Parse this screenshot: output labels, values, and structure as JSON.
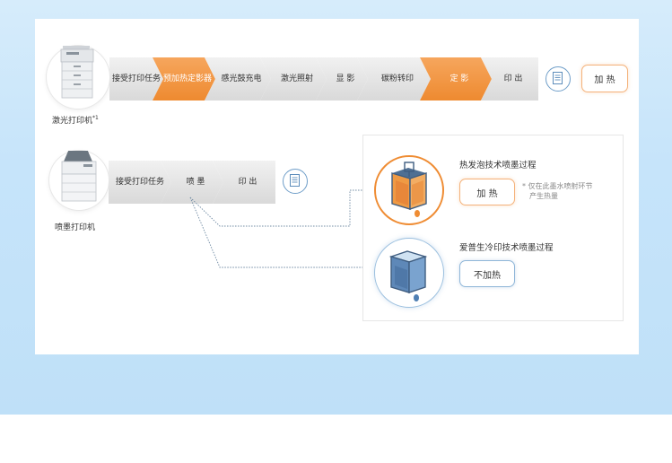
{
  "laser": {
    "label": "激光打印机",
    "label_mark": "*1",
    "steps": [
      {
        "lines": [
          "接受",
          "打印任务"
        ],
        "highlight": false
      },
      {
        "lines": [
          "预加热",
          "定影器"
        ],
        "highlight": true
      },
      {
        "lines": [
          "感光鼓",
          "充电"
        ],
        "highlight": false
      },
      {
        "lines": [
          "激光照射"
        ],
        "highlight": false
      },
      {
        "lines": [
          "显 影"
        ],
        "highlight": false
      },
      {
        "lines": [
          "碳粉转印"
        ],
        "highlight": false
      },
      {
        "lines": [
          "定 影"
        ],
        "highlight": true
      },
      {
        "lines": [
          "印 出"
        ],
        "highlight": false
      }
    ],
    "result_label": "加 热"
  },
  "inkjet": {
    "label": "喷墨打印机",
    "steps": [
      {
        "lines": [
          "接受",
          "打印任务"
        ],
        "highlight": false
      },
      {
        "lines": [
          "喷 墨"
        ],
        "highlight": false
      },
      {
        "lines": [
          "印 出"
        ],
        "highlight": false
      }
    ]
  },
  "thermal": {
    "title": "热发泡技术喷墨过程",
    "result_label": "加 热",
    "note_lines": [
      "* 仅在此墨水喷射环节",
      "产生热量"
    ]
  },
  "epson": {
    "title": "爱普生冷印技术喷墨过程",
    "result_label": "不加热"
  },
  "colors": {
    "orange": "#ee8a30",
    "blue_outline": "#4f7fb3",
    "gray_step": "#d9d9d9",
    "background_blue": "#c6e4fa"
  },
  "icons": {
    "document": "document-icon",
    "laser_printer": "laser-printer-icon",
    "inkjet_printer": "inkjet-printer-icon",
    "thermal_tank": "heated-ink-chamber-icon",
    "piezo_tank": "piezo-ink-chamber-icon"
  }
}
